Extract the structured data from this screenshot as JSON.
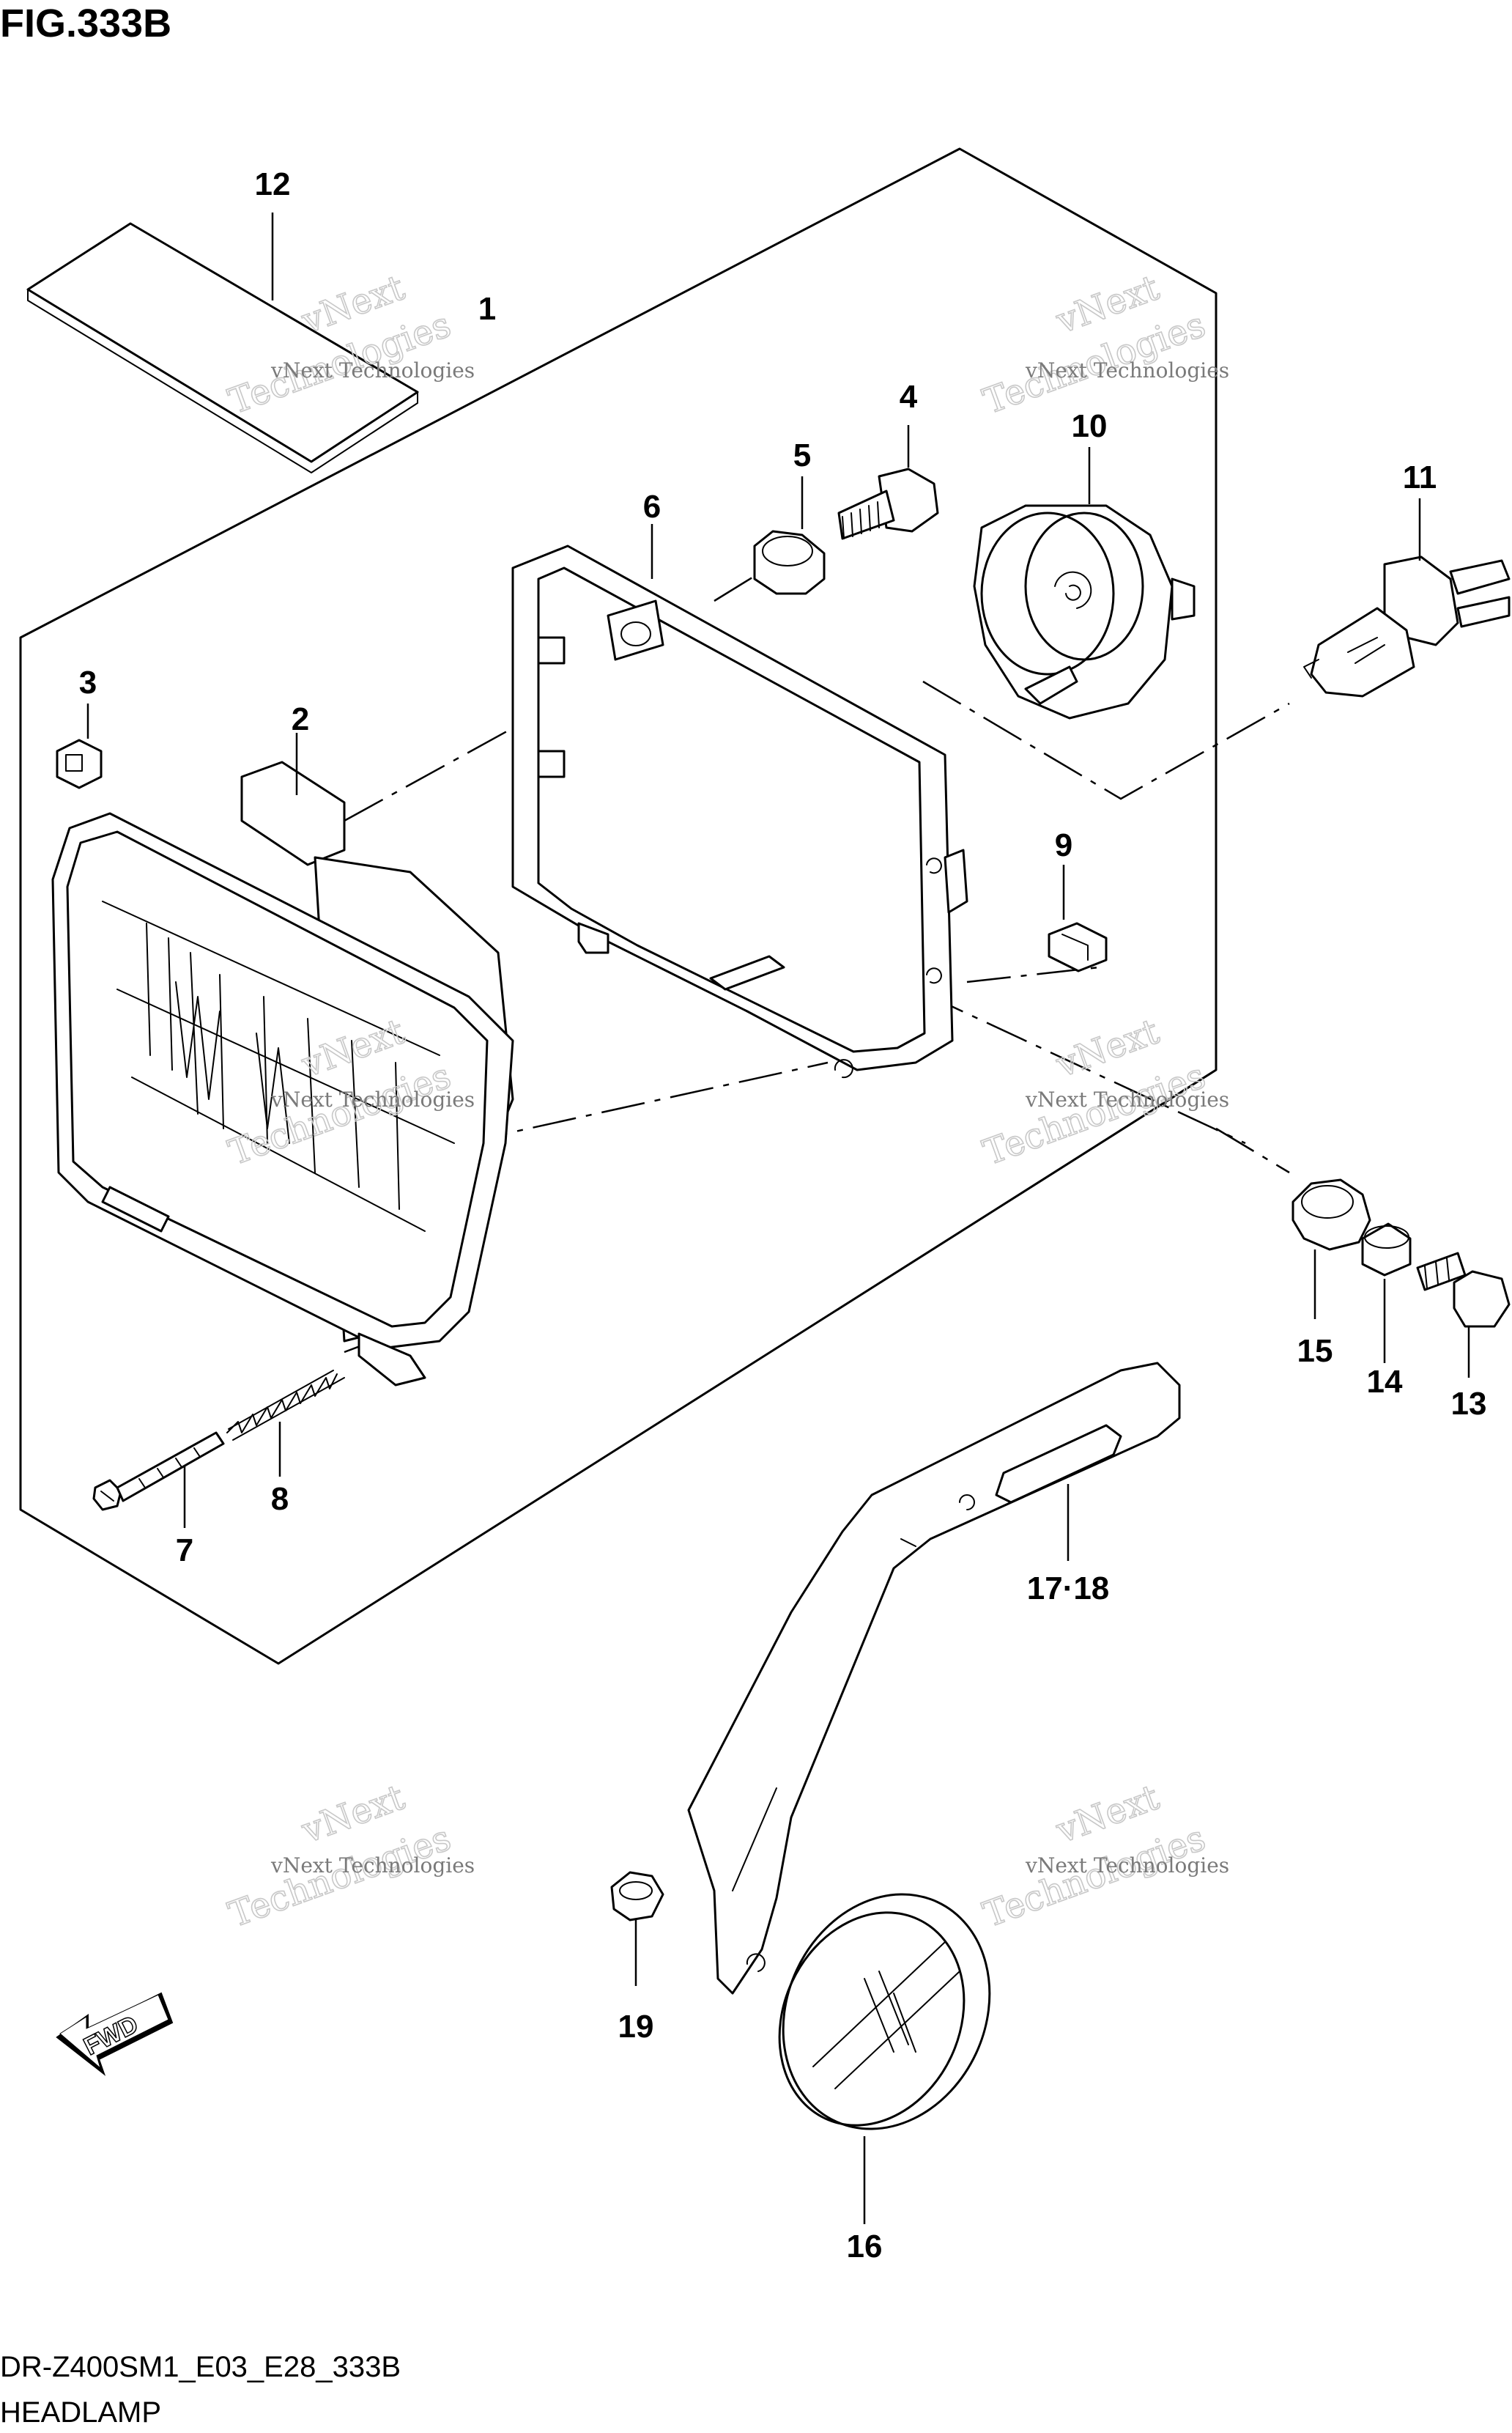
{
  "figure": {
    "title": "FIG.333B",
    "model_code": "DR-Z400SM1_E03_E28_333B",
    "section_name": "HEADLAMP",
    "fwd_label": "FWD"
  },
  "callouts": [
    "1",
    "2",
    "3",
    "4",
    "5",
    "6",
    "7",
    "8",
    "9",
    "10",
    "11",
    "12",
    "13",
    "14",
    "15",
    "16",
    "17·18",
    "19"
  ],
  "watermark": {
    "line1": "vNext Technologies",
    "line2": "vNext",
    "line3": "Technologies"
  },
  "colors": {
    "ink": "#000000",
    "paper": "#ffffff",
    "watermark": "#c8c8c8"
  }
}
